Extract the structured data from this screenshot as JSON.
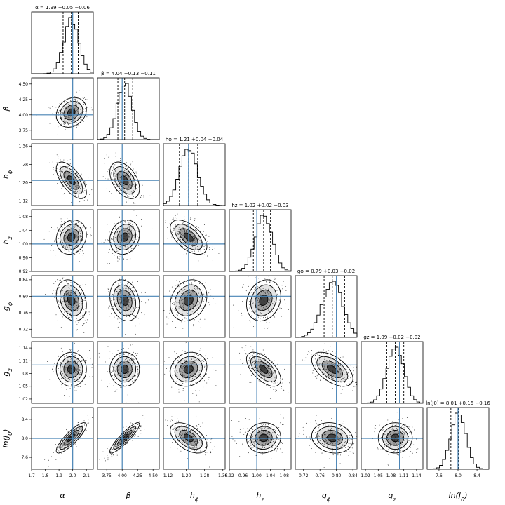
{
  "colors": {
    "truth_line": "#4682b4",
    "contour_line": "#000000",
    "fill_dark": "#2b2b2b",
    "fill_mid": "#6e6e6e",
    "fill_light": "#b3b3b3",
    "scatter": "#222222"
  },
  "chart_data": {
    "type": "corner",
    "parameters": [
      {
        "key": "alpha",
        "axis_label": "α",
        "range": [
          1.7,
          2.15
        ],
        "ticks": [
          1.7,
          1.8,
          1.9,
          2.0,
          2.1
        ],
        "tick_labels": [
          "1.7",
          "1.8",
          "1.9",
          "2.0",
          "2.1"
        ],
        "truth": 2.0,
        "median": 1.99,
        "lower": 1.93,
        "upper": 2.04,
        "title": "α = 1.99 +0.05 −0.06"
      },
      {
        "key": "beta",
        "axis_label": "β",
        "range": [
          3.6,
          4.6
        ],
        "ticks": [
          3.75,
          4.0,
          4.25,
          4.5
        ],
        "tick_labels": [
          "3.75",
          "4.00",
          "4.25",
          "4.50"
        ],
        "truth": 4.0,
        "median": 4.04,
        "lower": 3.93,
        "upper": 4.17,
        "title": "β = 4.04 +0.13 −0.11"
      },
      {
        "key": "h_phi",
        "axis_label": "hϕ",
        "range": [
          1.1,
          1.37
        ],
        "ticks": [
          1.12,
          1.2,
          1.28,
          1.36
        ],
        "tick_labels": [
          "1.12",
          "1.20",
          "1.28",
          "1.36"
        ],
        "truth": 1.21,
        "median": 1.21,
        "lower": 1.17,
        "upper": 1.25,
        "title": "hϕ = 1.21 +0.04 −0.04"
      },
      {
        "key": "h_z",
        "axis_label": "hz",
        "range": [
          0.92,
          1.1
        ],
        "ticks": [
          0.92,
          0.96,
          1.0,
          1.04,
          1.08
        ],
        "tick_labels": [
          "0.92",
          "0.96",
          "1.00",
          "1.04",
          "1.08"
        ],
        "truth": 1.0,
        "median": 1.02,
        "lower": 0.99,
        "upper": 1.04,
        "title": "hz = 1.02 +0.02 −0.03"
      },
      {
        "key": "g_phi",
        "axis_label": "gϕ",
        "range": [
          0.7,
          0.85
        ],
        "ticks": [
          0.72,
          0.76,
          0.8,
          0.84
        ],
        "tick_labels": [
          "0.72",
          "0.76",
          "0.80",
          "0.84"
        ],
        "truth": 0.8,
        "median": 0.79,
        "lower": 0.77,
        "upper": 0.82,
        "title": "gϕ = 0.79 +0.03 −0.02"
      },
      {
        "key": "g_z",
        "axis_label": "gz",
        "range": [
          1.01,
          1.155
        ],
        "ticks": [
          1.02,
          1.05,
          1.08,
          1.11,
          1.14
        ],
        "tick_labels": [
          "1.02",
          "1.05",
          "1.08",
          "1.11",
          "1.14"
        ],
        "truth": 1.1,
        "median": 1.09,
        "lower": 1.07,
        "upper": 1.11,
        "title": "gz = 1.09 +0.02 −0.02"
      },
      {
        "key": "ln_J0",
        "axis_label": "ln(J0)",
        "range": [
          7.35,
          8.65
        ],
        "ticks": [
          7.6,
          8.0,
          8.4
        ],
        "tick_labels": [
          "7.6",
          "8.0",
          "8.4"
        ],
        "truth": 8.0,
        "median": 8.01,
        "lower": 7.85,
        "upper": 8.17,
        "title": "ln(J0) = 8.01 +0.16 −0.16"
      }
    ],
    "correlation": [
      [
        1.0,
        0.2,
        -0.65,
        0.15,
        -0.25,
        0.0,
        0.85
      ],
      [
        0.2,
        1.0,
        -0.45,
        0.15,
        -0.2,
        0.0,
        0.9
      ],
      [
        -0.65,
        -0.45,
        1.0,
        -0.55,
        0.2,
        0.15,
        -0.5
      ],
      [
        0.15,
        0.15,
        -0.55,
        1.0,
        0.2,
        -0.6,
        0.05
      ],
      [
        -0.25,
        -0.2,
        0.2,
        0.2,
        1.0,
        -0.55,
        -0.15
      ],
      [
        0.0,
        0.0,
        0.15,
        -0.6,
        -0.55,
        1.0,
        0.0
      ],
      [
        0.85,
        0.9,
        -0.5,
        0.05,
        -0.15,
        0.0,
        1.0
      ]
    ],
    "contour_levels_sigma": [
      0.5,
      1.0,
      1.5,
      2.0
    ],
    "histogram_bins": 20,
    "grid": false,
    "legend": "none"
  }
}
